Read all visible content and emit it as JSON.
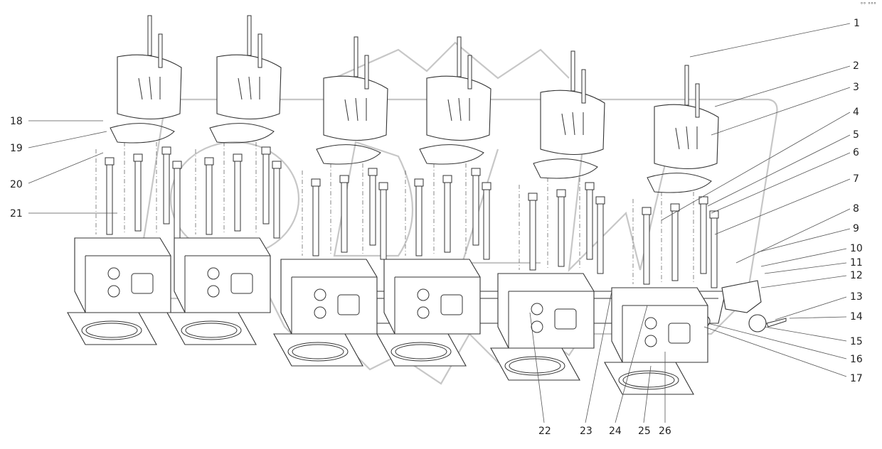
{
  "corner_mark": "°° °°°",
  "callouts": [
    {
      "n": "1"
    },
    {
      "n": "2"
    },
    {
      "n": "3"
    },
    {
      "n": "4"
    },
    {
      "n": "5"
    },
    {
      "n": "6"
    },
    {
      "n": "7"
    },
    {
      "n": "8"
    },
    {
      "n": "9"
    },
    {
      "n": "10"
    },
    {
      "n": "11"
    },
    {
      "n": "12"
    },
    {
      "n": "13"
    },
    {
      "n": "14"
    },
    {
      "n": "15"
    },
    {
      "n": "16"
    },
    {
      "n": "17"
    },
    {
      "n": "18"
    },
    {
      "n": "19"
    },
    {
      "n": "20"
    },
    {
      "n": "21"
    },
    {
      "n": "22"
    },
    {
      "n": "23"
    },
    {
      "n": "24"
    },
    {
      "n": "25"
    },
    {
      "n": "26"
    }
  ],
  "heads": 6,
  "colors": {
    "line": "#333333",
    "watermark": "#999999",
    "text": "#222222"
  }
}
